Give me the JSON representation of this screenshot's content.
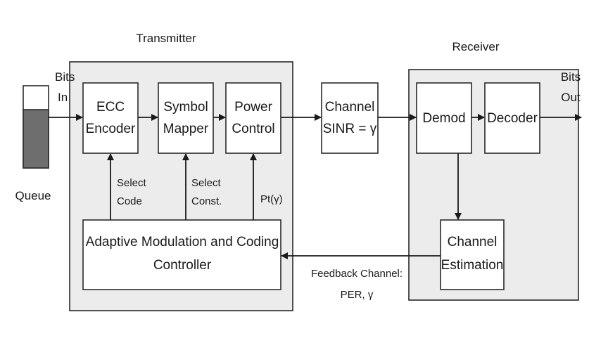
{
  "sections": {
    "transmitter": "Transmitter",
    "receiver": "Receiver"
  },
  "io": {
    "bits_in": [
      "Bits",
      "In"
    ],
    "bits_out": [
      "Bits",
      "Out"
    ],
    "queue": "Queue"
  },
  "blocks": {
    "ecc_encoder": [
      "ECC",
      "Encoder"
    ],
    "symbol_mapper": [
      "Symbol",
      "Mapper"
    ],
    "power_control": [
      "Power",
      "Control"
    ],
    "channel": [
      "Channel",
      "SINR = γ"
    ],
    "demod": [
      "Demod"
    ],
    "decoder": [
      "Decoder"
    ],
    "channel_estimation": [
      "Channel",
      "Estimation"
    ],
    "amc_controller": [
      "Adaptive Modulation and Coding",
      "Controller"
    ]
  },
  "signals": {
    "select_code": [
      "Select",
      "Code"
    ],
    "select_const": [
      "Select",
      "Const."
    ],
    "power_fn": "Pt(γ)",
    "feedback": [
      "Feedback Channel:",
      "PER, γ"
    ]
  },
  "colors": {
    "panel_fill": "#ececec",
    "queue_fill": "#6e6e6e",
    "stroke": "#1a1a1a"
  }
}
